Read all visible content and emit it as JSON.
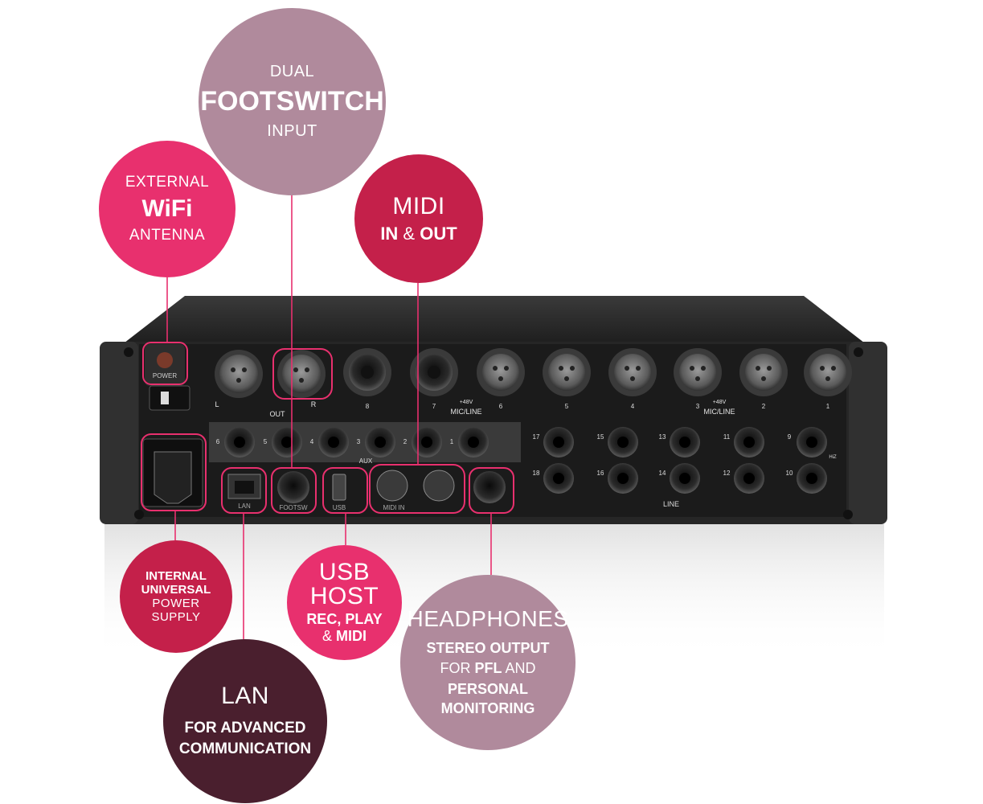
{
  "device": {
    "power_label": "POWER",
    "out_label": "OUT",
    "out_left": "L",
    "out_right": "R",
    "mic_line_label": "MIC/LINE",
    "phantom_label": "+48V",
    "aux_label": "AUX",
    "line_label": "LINE",
    "hiz_label": "HiZ",
    "lan_label": "LAN",
    "footsw_label": "FOOTSW",
    "usb_label": "USB",
    "midi_label": "MIDI IN",
    "xlr_numbers": [
      "8",
      "7",
      "6",
      "5",
      "4",
      "3",
      "2",
      "1"
    ],
    "aux_numbers": [
      "6",
      "5",
      "4",
      "3",
      "2",
      "1"
    ],
    "line_numbers_top": [
      "17",
      "15",
      "13",
      "11",
      "9"
    ],
    "line_numbers_bottom": [
      "18",
      "16",
      "14",
      "12",
      "10"
    ]
  },
  "callouts": {
    "footswitch": {
      "line1": "DUAL",
      "line2": "FOOTSWITCH",
      "line3": "INPUT"
    },
    "wifi": {
      "line1": "EXTERNAL",
      "line2": "WiFi",
      "line3": "ANTENNA"
    },
    "midi": {
      "line1": "MIDI",
      "in": "IN",
      "amp": " & ",
      "out": "OUT"
    },
    "power": {
      "line1": "INTERNAL",
      "line2": "UNIVERSAL",
      "line3": "POWER",
      "line4": "SUPPLY"
    },
    "usb": {
      "line1": "USB",
      "line2": "HOST",
      "line3": "REC, PLAY",
      "amp": "& ",
      "midi": "MIDI"
    },
    "lan": {
      "line1": "LAN",
      "line2": "FOR ADVANCED",
      "line3": "COMMUNICATION"
    },
    "headphones": {
      "line1": "HEADPHONES",
      "line2": "STEREO OUTPUT",
      "for": "FOR ",
      "pfl": "PFL",
      "and": " AND",
      "line4": "PERSONAL",
      "line5": "MONITORING"
    }
  },
  "colors": {
    "mauve": "#b08a9c",
    "hot_pink": "#e8306e",
    "crimson": "#c4204a",
    "plum": "#4a1f2e",
    "device_body": "#2a2a2a",
    "panel": "#1c1c1c"
  }
}
